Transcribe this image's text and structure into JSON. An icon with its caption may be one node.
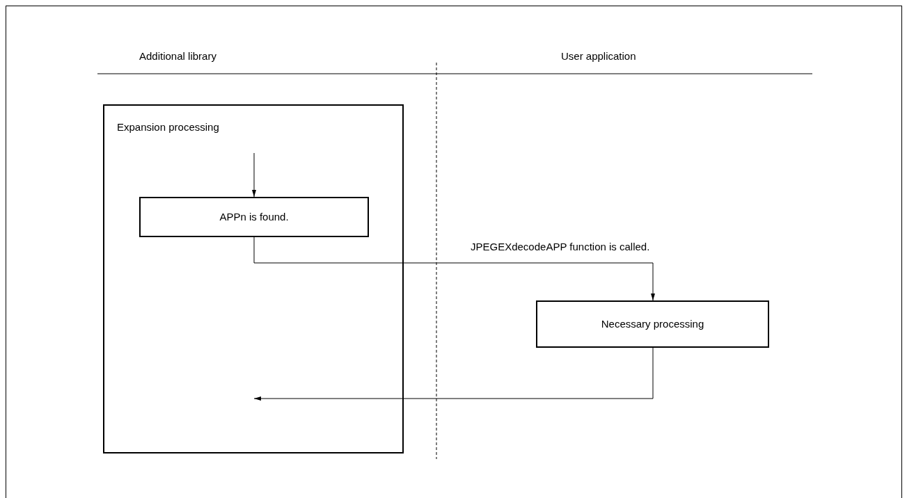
{
  "diagram": {
    "nodes": [
      {
        "text": [
          "Expansion processing"
        ]
      },
      {
        "text": [
          "APPn is found."
        ],
        "in": 0
      },
      {
        "text": [
          "Necessary processing"
        ]
      }
    ],
    "edges": [
      {
        "from": null,
        "to": 1,
        "arrow": "to"
      },
      {
        "from": 1,
        "to": 2,
        "arrow": "to",
        "label": "JPEGEXdecodeAPP function is called."
      },
      {
        "from": 2,
        "to": null,
        "arrow": "to"
      }
    ],
    "labels": [
      "Additional library",
      "User application"
    ]
  }
}
